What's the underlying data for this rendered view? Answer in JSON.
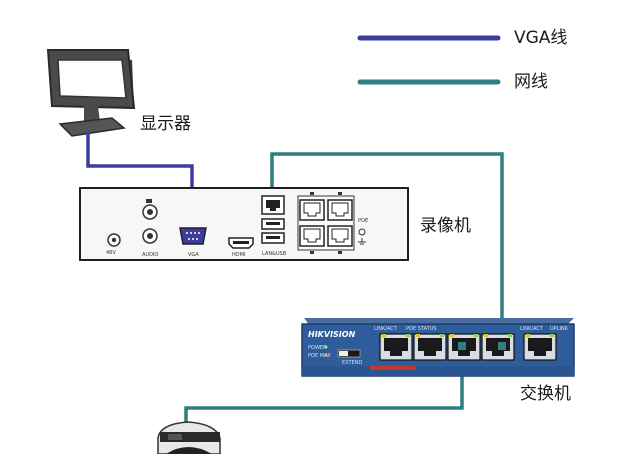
{
  "legend": {
    "vga_label": "VGA线",
    "network_label": "网线",
    "vga_color": "#3d3d9e",
    "network_color": "#2f7f80"
  },
  "devices": {
    "monitor_label": "显示器",
    "nvr_label": "录像机",
    "switch_label": "交换机"
  },
  "nvr_ports": {
    "power": "48V",
    "audio": "AUDIO",
    "vga": "VGA",
    "hdmi": "HDMI",
    "lan_usb": "LAN&USB",
    "poe": "POE"
  },
  "switch_panel": {
    "brand": "HIKVISION",
    "extend": "EXTEND",
    "port_group_1": "LINK/ACT",
    "port_group_2": "POE STATUS",
    "port_group_3": "LINK/ACT",
    "uplink": "UPLINK",
    "led_power": "POWER",
    "led_poe_max": "POE MAX"
  }
}
